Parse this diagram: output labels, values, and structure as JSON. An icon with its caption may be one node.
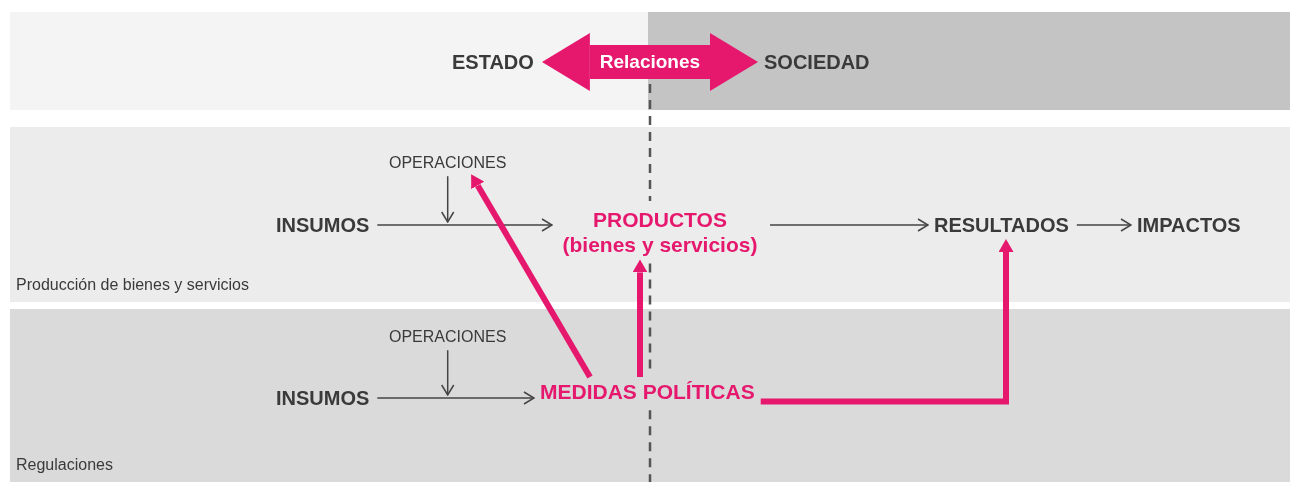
{
  "diagram": {
    "nodes": [
      {
        "text": [
          "ESTADO"
        ]
      },
      {
        "text": [
          "SOCIEDAD"
        ]
      },
      {
        "text": [
          "Producción de bienes y servicios"
        ]
      },
      {
        "text": [
          "INSUMOS"
        ],
        "in": 2
      },
      {
        "text": [
          "OPERACIONES"
        ],
        "in": 2
      },
      {
        "text": [
          "PRODUCTOS (bienes y servicios)"
        ],
        "in": 2
      },
      {
        "text": [
          "RESULTADOS"
        ],
        "in": 2
      },
      {
        "text": [
          "IMPACTOS"
        ],
        "in": 2
      },
      {
        "text": [
          "Regulaciones"
        ]
      },
      {
        "text": [
          "INSUMOS"
        ],
        "in": 8
      },
      {
        "text": [
          "OPERACIONES"
        ],
        "in": 8
      },
      {
        "text": [
          "MEDIDAS POLÍTICAS"
        ],
        "in": 8
      }
    ],
    "edges": [
      {
        "from": 0,
        "to": 1,
        "arrow": "both",
        "label": "Relaciones",
        "style": "thick",
        "color": "#e5186e"
      },
      {
        "from": 4,
        "to": null,
        "arrow": "to"
      },
      {
        "from": 3,
        "to": 5,
        "arrow": "to"
      },
      {
        "from": 5,
        "to": 6,
        "arrow": "to"
      },
      {
        "from": 6,
        "to": 7,
        "arrow": "to"
      },
      {
        "from": 10,
        "to": null,
        "arrow": "to"
      },
      {
        "from": 9,
        "to": 11,
        "arrow": "to"
      },
      {
        "from": 11,
        "to": 4,
        "arrow": "to",
        "style": "thick",
        "color": "#e5186e"
      },
      {
        "from": 11,
        "to": 5,
        "arrow": "to",
        "style": "thick",
        "color": "#e5186e"
      },
      {
        "from": 11,
        "to": 6,
        "arrow": "to",
        "style": "thick",
        "color": "#e5186e"
      }
    ]
  }
}
